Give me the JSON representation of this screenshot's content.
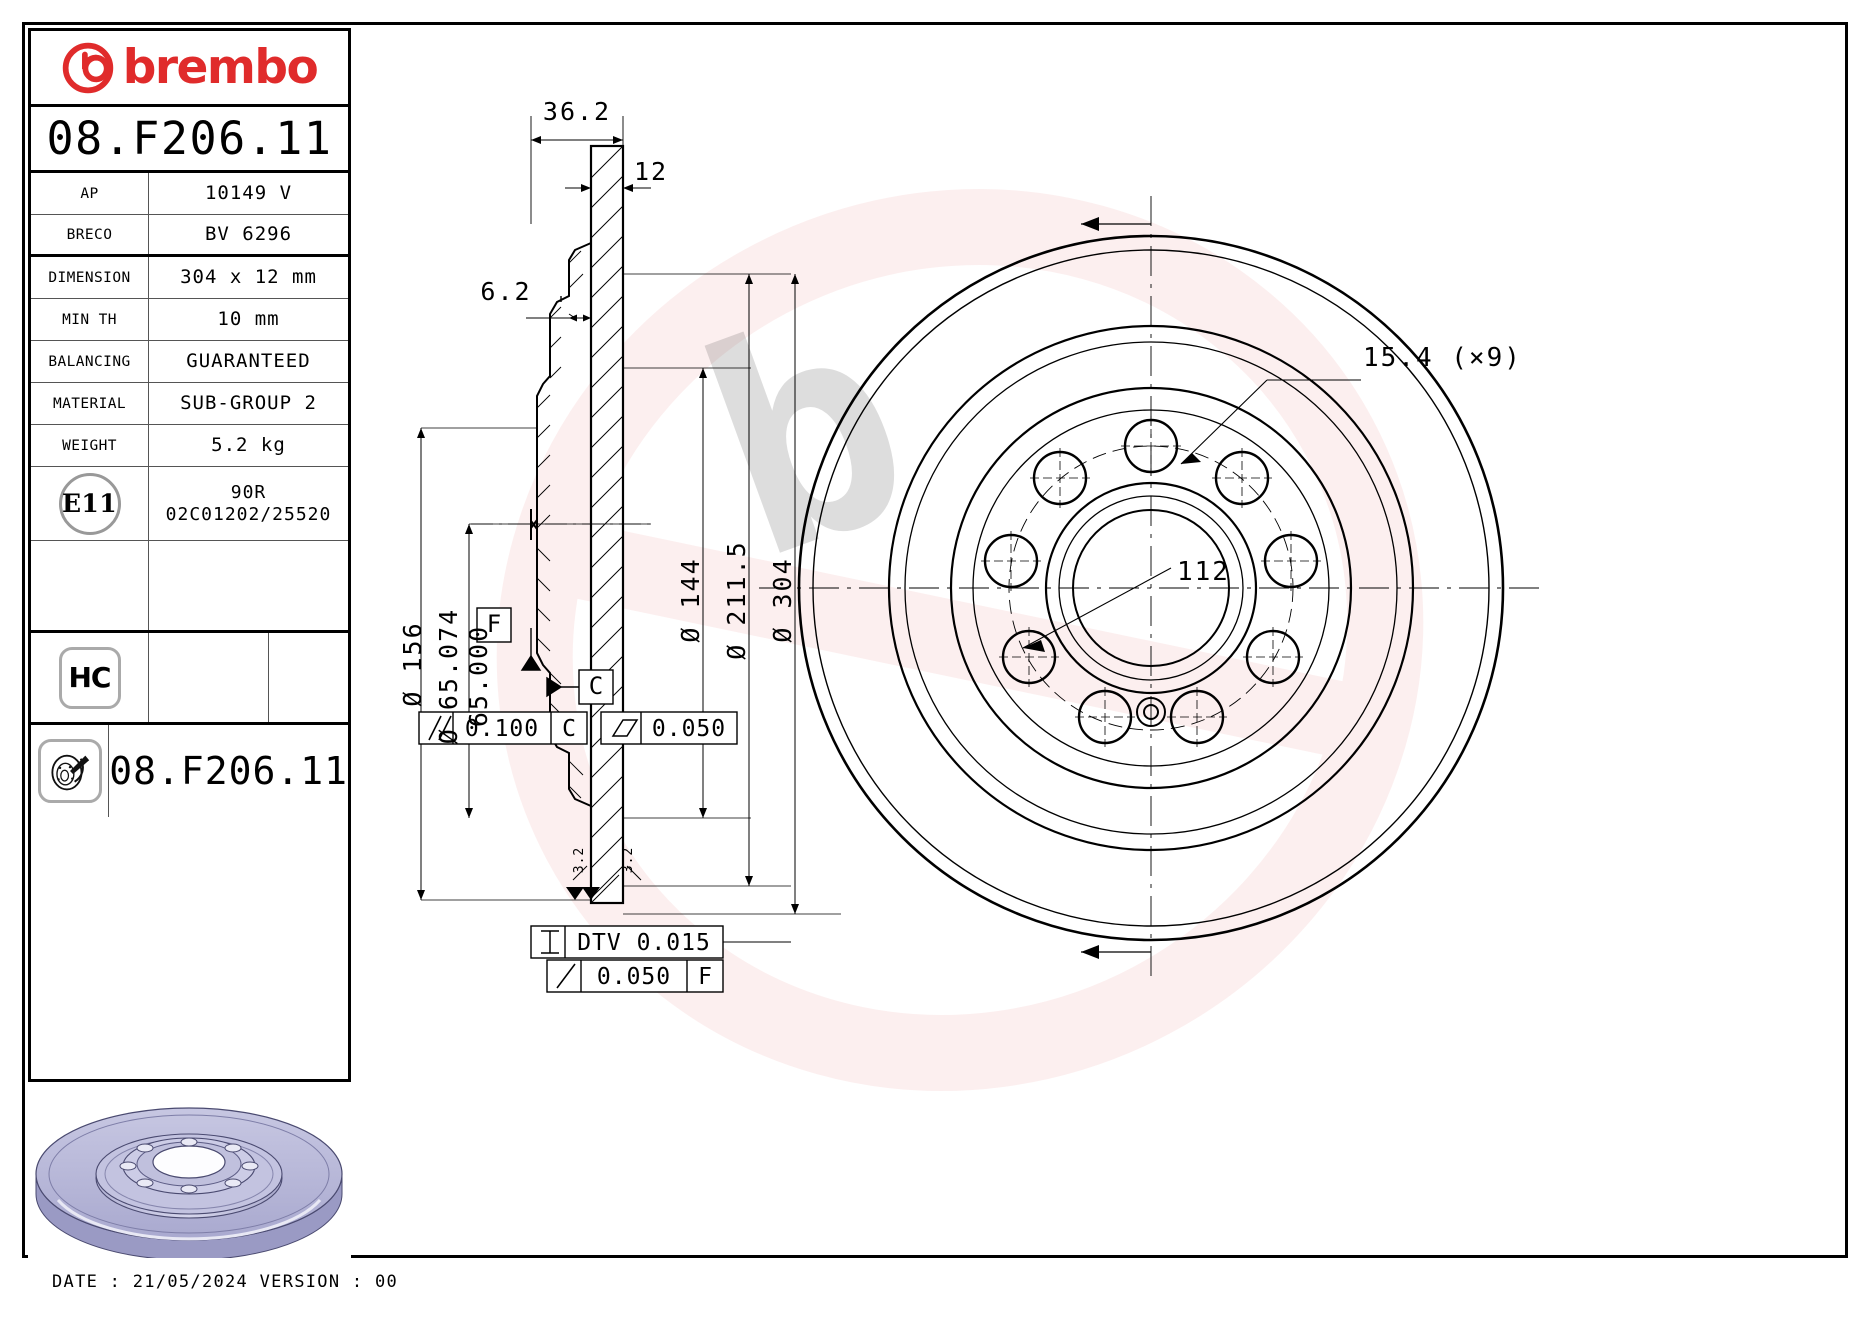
{
  "brand": {
    "name": "brembo",
    "logo_color": "#e02b2b"
  },
  "part": {
    "code": "08.F206.11",
    "code_repeat": "08.F206.11"
  },
  "spec_table": [
    {
      "label": "AP",
      "value": "10149 V"
    },
    {
      "label": "BRECO",
      "value": "BV 6296"
    },
    {
      "label": "DIMENSION",
      "value": "304 x 12 mm"
    },
    {
      "label": "MIN TH",
      "value": "10 mm"
    },
    {
      "label": "BALANCING",
      "value": "GUARANTEED"
    },
    {
      "label": "MATERIAL",
      "value": "SUB-GROUP 2"
    },
    {
      "label": "WEIGHT",
      "value": "5.2 kg"
    }
  ],
  "homologation": {
    "badge": "E11",
    "line1": "90R",
    "line2": "02C01202/25520"
  },
  "badges": {
    "hc": "HC"
  },
  "footer": {
    "text": "DATE : 21/05/2024 VERSION : 00"
  },
  "drawing": {
    "section_dims": {
      "overall_width": "36.2",
      "disc_thickness": "12",
      "hat_offset": "6.2",
      "outer_dia": "Ø 304",
      "mid_dia": "Ø 211.5",
      "inner_dia": "Ø 144",
      "hat_dia": "Ø 156",
      "bore_upper": "Ø 65.074",
      "bore_lower": "65.000",
      "chamfer_left": "3.2",
      "chamfer_right": "3.2"
    },
    "datums": {
      "f": "F",
      "c": "C"
    },
    "tolerances": [
      {
        "symbol": "parallelism",
        "value": "0.100",
        "datum": "C"
      },
      {
        "symbol": "flatness",
        "value": "0.050",
        "datum": ""
      },
      {
        "symbol": "dtv",
        "value": "DTV 0.015",
        "datum": ""
      },
      {
        "symbol": "runout",
        "value": "0.050",
        "datum": "F"
      }
    ],
    "face_dims": {
      "bolt_hole": "15.4 (×9)",
      "pcd": "112"
    }
  }
}
